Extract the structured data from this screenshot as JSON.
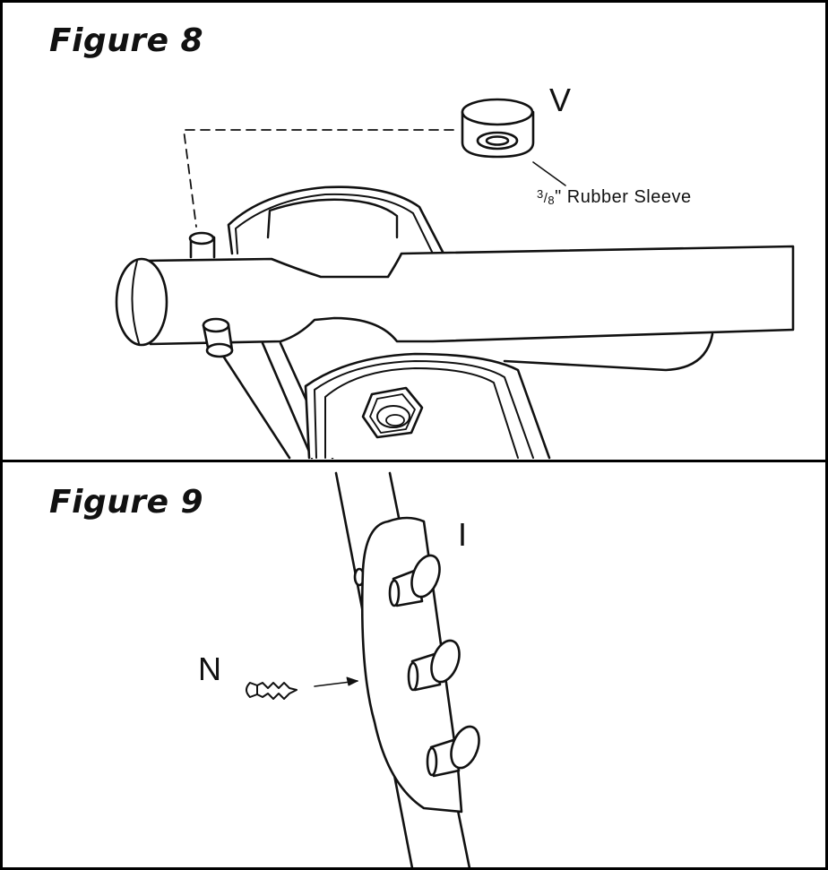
{
  "figure8": {
    "title": "Figure 8",
    "part_letter": "V",
    "sleeve_label": {
      "fraction_numerator": "3",
      "fraction_slash": "/",
      "fraction_denominator": "8",
      "suffix": "\" Rubber Sleeve"
    }
  },
  "figure9": {
    "title": "Figure 9",
    "part_letter_knobs": "I",
    "part_letter_screw": "N"
  }
}
